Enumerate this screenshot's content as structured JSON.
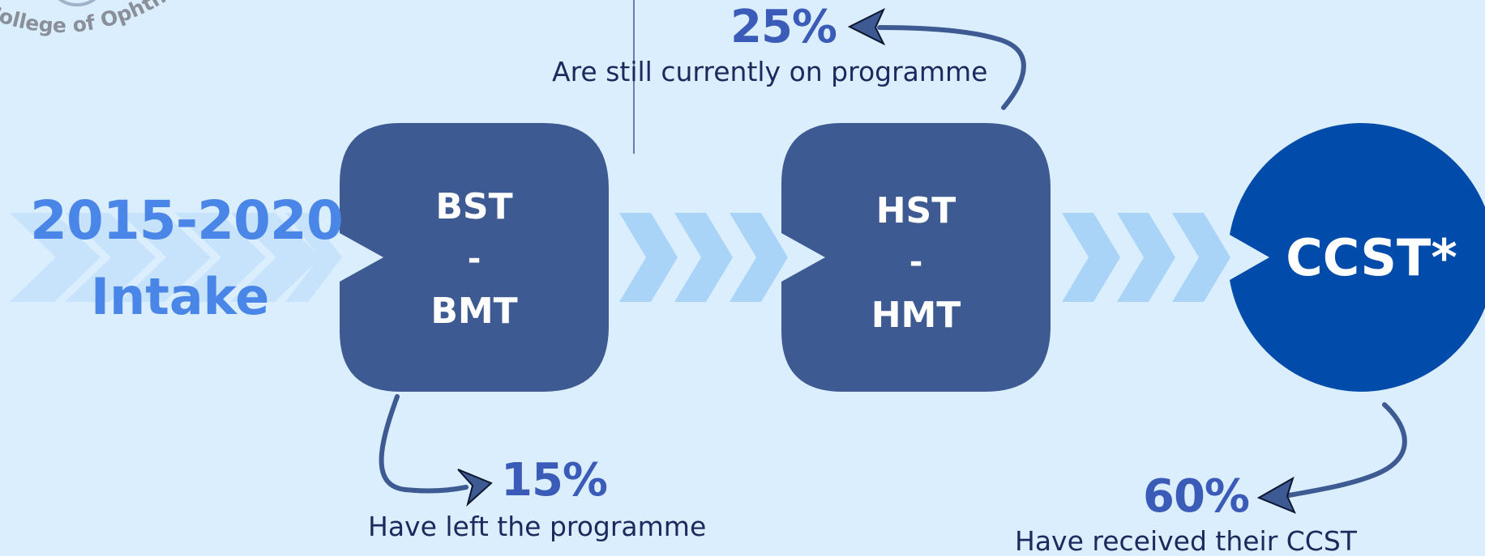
{
  "logo": {
    "text": "College of Ophthalmologists"
  },
  "intake": {
    "years": "2015-2020",
    "label": "Intake"
  },
  "stages": {
    "first": {
      "top": "BST",
      "dash": "-",
      "bottom": "BMT"
    },
    "second": {
      "top": "HST",
      "dash": "-",
      "bottom": "HMT"
    },
    "final": {
      "label": "CCST*"
    }
  },
  "outcomes": {
    "left": {
      "percent": "15%",
      "caption": "Have left the programme"
    },
    "current": {
      "percent": "25%",
      "caption": "Are still currently on programme"
    },
    "received": {
      "percent": "60%",
      "caption": "Have received their CCST"
    }
  },
  "colors": {
    "background": "#dbeefd",
    "box": "#3d5a92",
    "final_circle": "#014baa",
    "chevron_light": "#c7e3fb",
    "chevron_mid": "#a9d4f8",
    "intake_text": "#4a86e8",
    "percent_text": "#3a5cb8",
    "caption_text": "#1a2a5c"
  }
}
